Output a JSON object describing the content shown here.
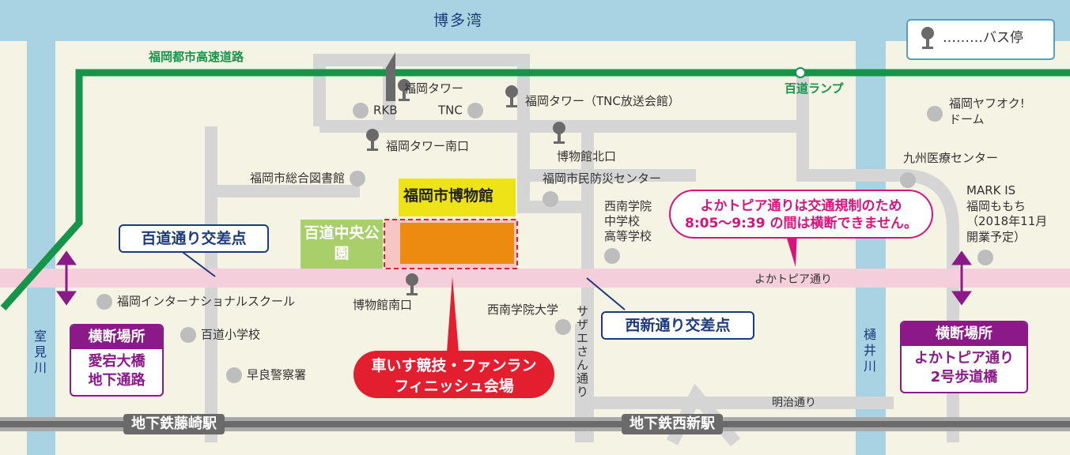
{
  "map": {
    "sea_label": "博多湾",
    "legend": {
      "icon": "bus-stop-icon",
      "text": "………バス停"
    },
    "expressway": {
      "label": "福岡都市高速道路",
      "ramp": "百道ランプ",
      "color": "#15944a"
    },
    "rivers": {
      "left": "室見川",
      "right": "樋井川",
      "color": "#a9d3e2"
    },
    "roads": {
      "yokatopia": "よかトピア通り",
      "sazae": "サザエさん通り",
      "meiji": "明治通り"
    },
    "museum": "福岡市博物館",
    "park": "百道中央公園",
    "venue": "車いす競技・ファンラン\nフィニッシュ会場",
    "notice": "よかトピア通りは交通規制のため\n8:05〜9:39 の間は横断できません。",
    "intersections": {
      "momochi": "百道通り交差点",
      "nishijin": "西新通り交差点"
    },
    "crossings": {
      "left": {
        "header": "横断場所",
        "body": "愛宕大橋\n地下通路"
      },
      "right": {
        "header": "横断場所",
        "body": "よかトピア通り\n2号歩道橋"
      }
    },
    "stations": {
      "fujisaki": "地下鉄藤崎駅",
      "nishijin": "地下鉄西新駅"
    },
    "bus_stops": {
      "tower": "福岡タワー",
      "tower_tnc": "福岡タワー（TNC放送会館）",
      "tower_south": "福岡タワー南口",
      "museum_north": "博物館北口",
      "museum_south": "博物館南口"
    },
    "landmarks": {
      "rkb": "RKB",
      "tnc": "TNC",
      "library": "福岡市総合図書館",
      "disaster": "福岡市民防災センター",
      "seinan_jh": "西南学院\n中学校\n高等学校",
      "dome": "福岡ヤフオク!\nドーム",
      "kyushu_med": "九州医療センター",
      "markis": "MARK IS\n福岡ももち\n（2018年11月\n開業予定）",
      "intl_school": "福岡インターナショナルスクール",
      "momochi_elem": "百道小学校",
      "sawara_police": "早良警察署",
      "seinan_univ": "西南学院大学"
    },
    "colors": {
      "sea": "#a9d3e2",
      "land": "#f4f3e4",
      "road": "#d5d5d5",
      "yokatopia_road": "#f4cedb",
      "museum_yellow": "#ede317",
      "park_green": "#a9cf6b",
      "venue_orange": "#ec8b10",
      "venue_red": "#e21e2f",
      "notice_magenta": "#d9137e",
      "callout_navy": "#1c3b7e",
      "crossing_purple": "#8b1a88",
      "subway_gray": "#6a6a6a"
    }
  }
}
